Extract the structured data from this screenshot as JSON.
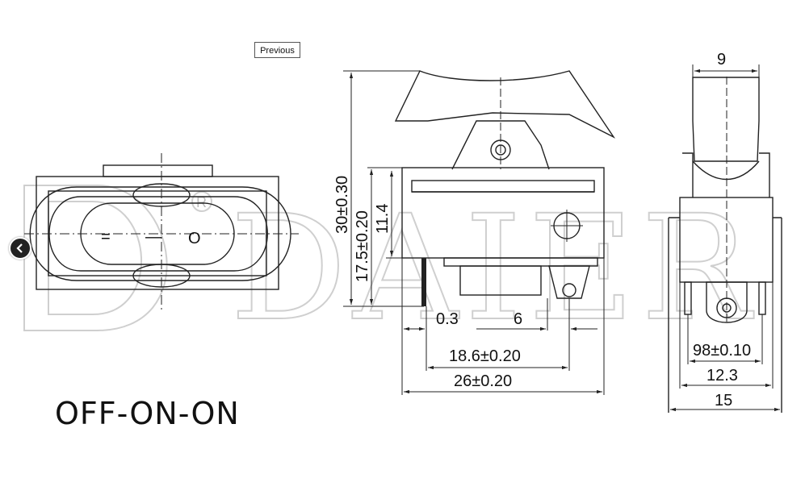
{
  "controls": {
    "previous_label": "Previous"
  },
  "watermark": {
    "brand": "DAIER",
    "registered_mark": "R"
  },
  "front_view": {
    "symbols": [
      "=",
      "—",
      "O"
    ]
  },
  "side_view": {
    "dimensions": {
      "height_total": "30±0.30",
      "height_body": "17.5±0.20",
      "height_upper": "11.4",
      "offset": "0.3",
      "terminal_gap": "6",
      "width_inner": "18.6±0.20",
      "width_total": "26±0.20"
    }
  },
  "end_view": {
    "dimensions": {
      "actuator_width": "9",
      "terminal_span": "98±0.10",
      "body_width": "12.3",
      "flange_width": "15"
    }
  },
  "caption": "OFF-ON-ON"
}
